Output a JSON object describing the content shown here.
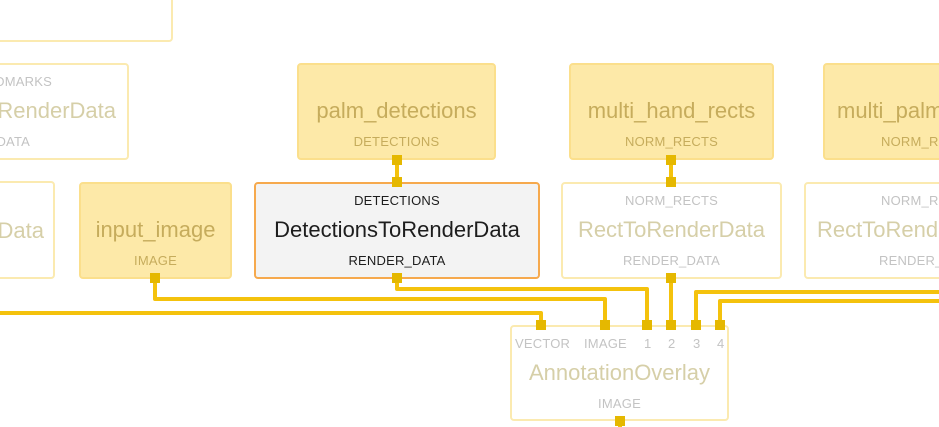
{
  "nodes": {
    "top_left": {},
    "render_data_left": {
      "title": "RenderData",
      "input_port": "DMARKS",
      "output_port": "DATA"
    },
    "data_left": {
      "title": "Data"
    },
    "input_image": {
      "title": "input_image",
      "output_port": "IMAGE"
    },
    "palm_detections": {
      "title": "palm_detections",
      "output_port": "DETECTIONS"
    },
    "detections_to_render": {
      "title": "DetectionsToRenderData",
      "input_port": "DETECTIONS",
      "output_port": "RENDER_DATA"
    },
    "multi_hand_rects": {
      "title": "multi_hand_rects",
      "output_port": "NORM_RECTS"
    },
    "rect_to_render_1": {
      "title": "RectToRenderData",
      "input_port": "NORM_RECTS",
      "output_port": "RENDER_DATA"
    },
    "multi_palm": {
      "title": "multi_palm",
      "output_port": "NORM_RE"
    },
    "rect_to_render_2": {
      "title": "RectToRend",
      "input_port": "NORM_R",
      "output_port": "RENDER_"
    },
    "annotation_overlay": {
      "title": "AnnotationOverlay",
      "input_ports": [
        "VECTOR",
        "IMAGE",
        "1",
        "2",
        "3",
        "4"
      ],
      "output_port": "IMAGE"
    }
  },
  "colors": {
    "edge": "#f4c20d",
    "port_dot": "#e5b800",
    "stream_fill": "#fde9a8",
    "selected_border": "#f6a94d"
  }
}
